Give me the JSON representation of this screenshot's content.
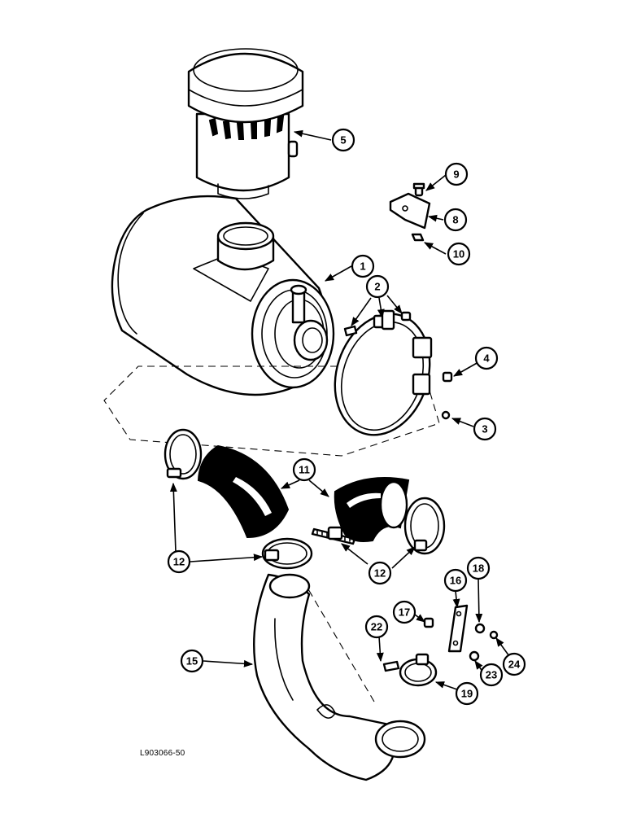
{
  "diagram": {
    "reference_code": "L903066-50",
    "callouts": {
      "c1": "1",
      "c2": "2",
      "c3": "3",
      "c4": "4",
      "c5": "5",
      "c8": "8",
      "c9": "9",
      "c10": "10",
      "c11": "11",
      "c12a": "12",
      "c12b": "12",
      "c15": "15",
      "c16": "16",
      "c17": "17",
      "c18": "18",
      "c19": "19",
      "c22": "22",
      "c23": "23",
      "c24": "24"
    }
  }
}
